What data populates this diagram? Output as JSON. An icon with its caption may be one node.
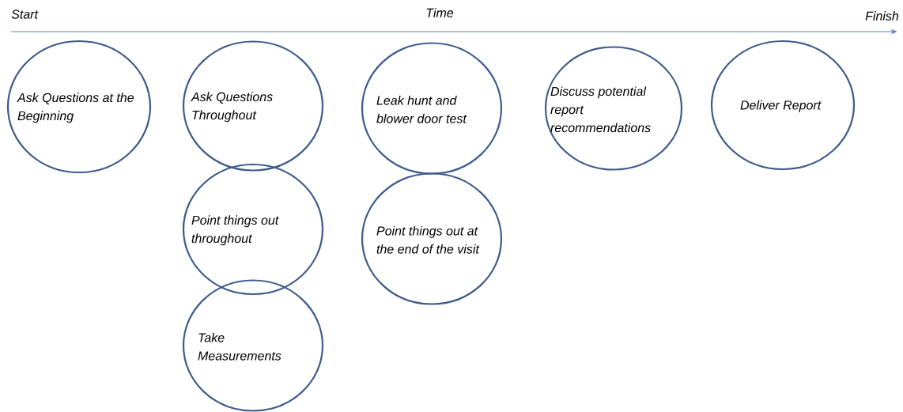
{
  "diagram": {
    "nodes": [
      {
        "text": [
          "Ask Questions at the Beginning"
        ]
      },
      {
        "text": [
          "Ask Questions Throughout"
        ]
      },
      {
        "text": [
          "Leak hunt and blower door test"
        ]
      },
      {
        "text": [
          "Discuss potential report recommendations"
        ]
      },
      {
        "text": [
          "Deliver Report"
        ]
      },
      {
        "text": [
          "Point things out throughout"
        ]
      },
      {
        "text": [
          "Point things out at the end of the visit"
        ]
      },
      {
        "text": [
          "Take Measurements"
        ]
      }
    ],
    "labels": [
      "Start",
      "Time",
      "Finish"
    ]
  }
}
